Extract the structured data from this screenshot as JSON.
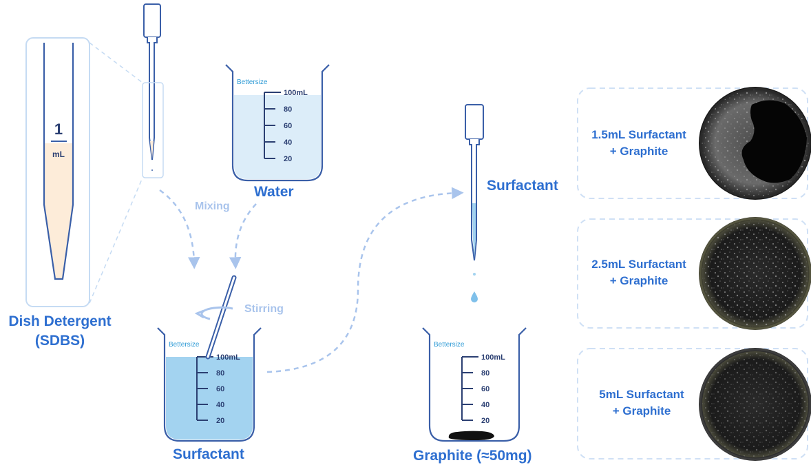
{
  "labels": {
    "dish_detergent_line1": "Dish Detergent",
    "dish_detergent_line2": "(SDBS)",
    "water": "Water",
    "mixing": "Mixing",
    "stirring": "Stirring",
    "surfactant_beaker": "Surfactant",
    "surfactant_pipette": "Surfactant",
    "graphite": "Graphite (≈50mg)"
  },
  "tube": {
    "volume_number": "1",
    "volume_unit": "mL"
  },
  "beaker": {
    "brand": "Bettersize",
    "ticks": [
      "100mL",
      "80",
      "60",
      "40",
      "20"
    ]
  },
  "results": [
    {
      "line1": "1.5mL Surfactant",
      "line2": "+ Graphite"
    },
    {
      "line1": "2.5mL Surfactant",
      "line2": "+ Graphite"
    },
    {
      "line1": "5mL Surfactant",
      "line2": "+ Graphite"
    }
  ],
  "colors": {
    "label_blue": "#2e6fd0",
    "outline": "#3a5fa8",
    "light_water": "#dcedf9",
    "surfactant_fill": "#a3d3f0",
    "detergent_fill": "#fdecd9",
    "arrow": "#a9c4ec"
  }
}
